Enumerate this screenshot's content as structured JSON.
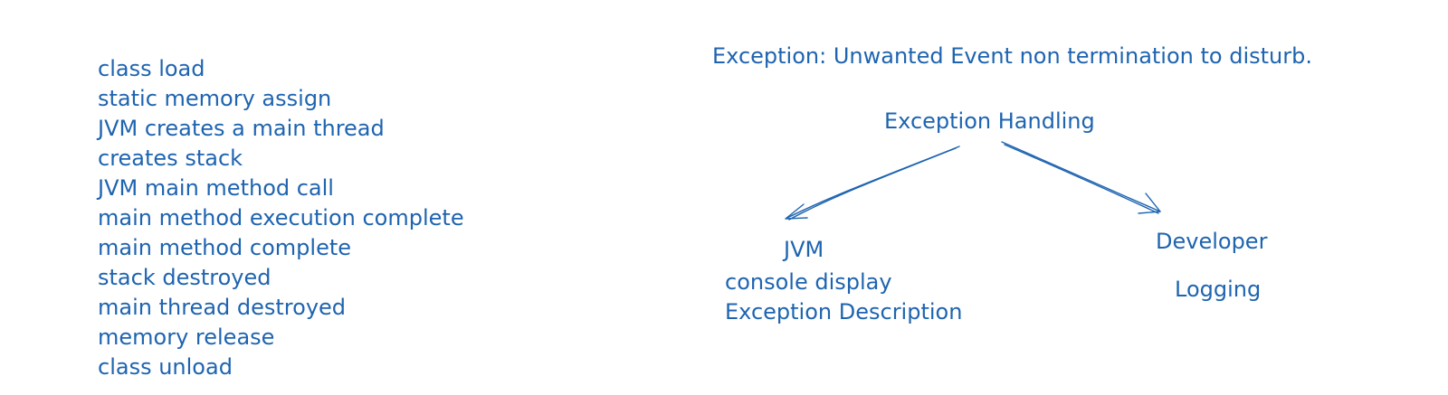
{
  "colors": {
    "ink": "#1e64b0",
    "background": "#ffffff"
  },
  "lifecycle_steps": [
    "class load",
    "static memory assign",
    "JVM creates a main thread",
    "creates stack",
    "JVM main method call",
    "main method execution complete",
    "main method complete",
    "stack destroyed",
    "main thread destroyed",
    "memory release",
    "class unload"
  ],
  "definition": "Exception: Unwanted Event non termination to disturb.",
  "tree": {
    "root": "Exception Handling",
    "left": {
      "title": "JVM",
      "lines": [
        "console display",
        "Exception Description"
      ]
    },
    "right": {
      "title": "Developer",
      "lines": [
        "Logging"
      ]
    }
  }
}
